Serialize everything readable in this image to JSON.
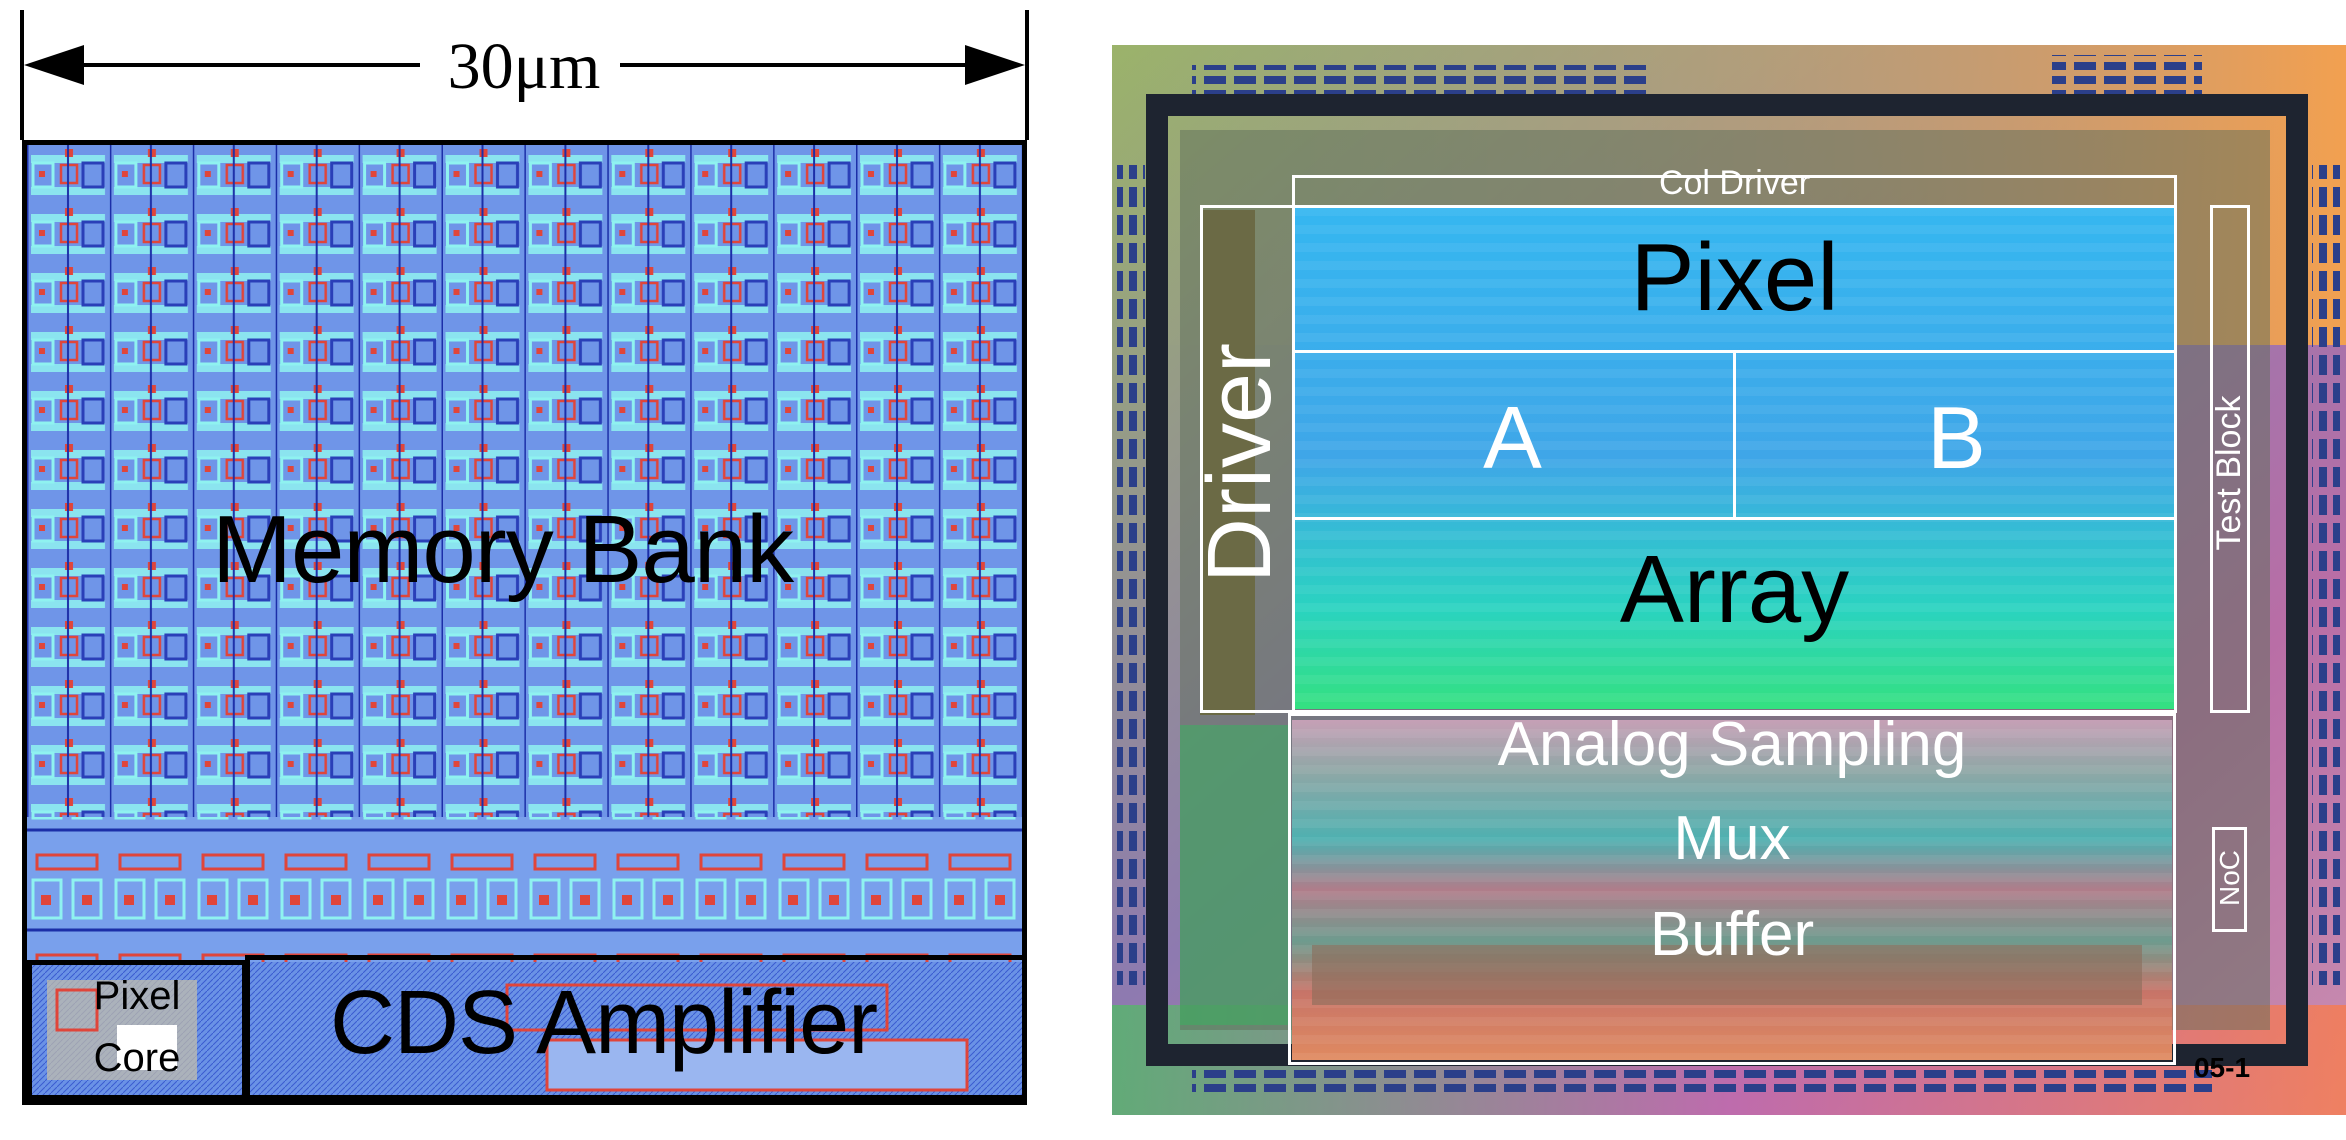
{
  "layout_view": {
    "dimension_label": "30μm",
    "memory_bank_label": "Memory Bank",
    "pixel_core_label": [
      "Pixel",
      "Core"
    ],
    "cds_amplifier_label": "CDS Amplifier"
  },
  "die_photo": {
    "col_driver_label": "Col Driver",
    "row_driver_label": "Driver",
    "pixel_label": "Pixel",
    "block_a_label": "A",
    "block_b_label": "B",
    "array_label": "Array",
    "test_block_label": "Test Block",
    "analog_sampling_label": "Analog Sampling",
    "mux_label": "Mux",
    "buffer_label": "Buffer",
    "noc_label": "NoC",
    "chip_marking": "05-1"
  },
  "colors": {
    "layout_fill": "#5d86e0",
    "metal_cyan": "#8ff2f0",
    "poly_red": "#e0453a",
    "outline": "#000000",
    "annotation_white": "#ffffff"
  }
}
